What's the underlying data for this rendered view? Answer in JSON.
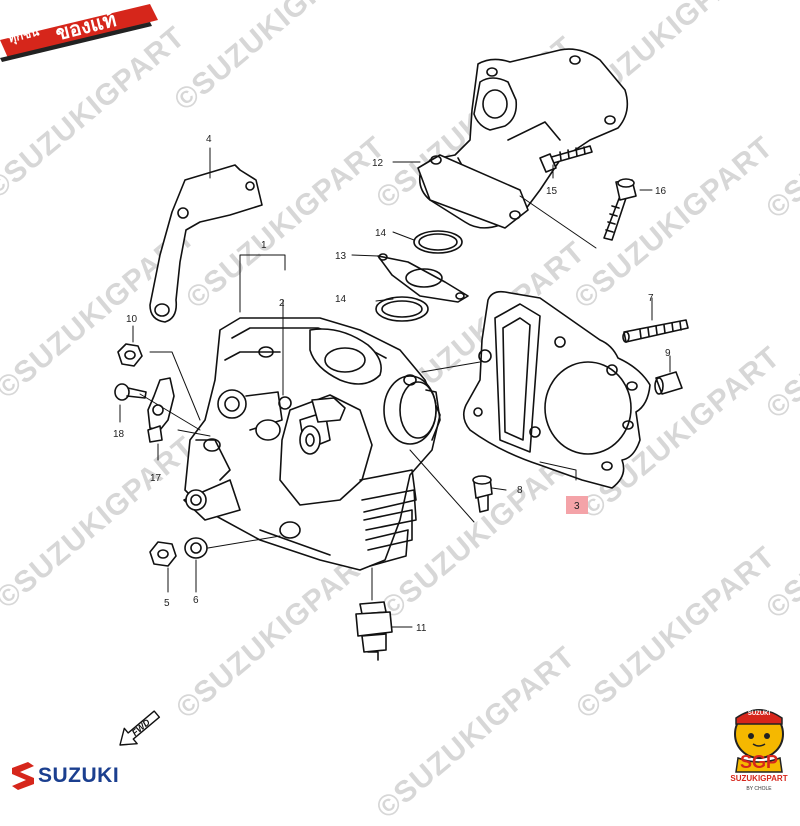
{
  "badge": {
    "small_text": "ทุกชิ้น",
    "big_text": "ของแท้"
  },
  "watermark": {
    "text": "©SUZUKIGPART"
  },
  "callouts": [
    {
      "id": "1",
      "label": "1"
    },
    {
      "id": "2",
      "label": "2"
    },
    {
      "id": "3",
      "label": "3"
    },
    {
      "id": "4",
      "label": "4"
    },
    {
      "id": "5",
      "label": "5"
    },
    {
      "id": "6",
      "label": "6"
    },
    {
      "id": "7",
      "label": "7"
    },
    {
      "id": "8",
      "label": "8"
    },
    {
      "id": "9",
      "label": "9"
    },
    {
      "id": "10",
      "label": "10"
    },
    {
      "id": "11",
      "label": "11"
    },
    {
      "id": "12",
      "label": "12"
    },
    {
      "id": "13",
      "label": "13"
    },
    {
      "id": "14a",
      "label": "14"
    },
    {
      "id": "14b",
      "label": "14"
    },
    {
      "id": "15",
      "label": "15"
    },
    {
      "id": "16",
      "label": "16"
    },
    {
      "id": "17",
      "label": "17"
    },
    {
      "id": "18",
      "label": "18"
    }
  ],
  "highlight_callout": "3",
  "highlight_color": "#f4a3a8",
  "fwd": {
    "label": "FWD"
  },
  "logo": {
    "text": "SUZUKI",
    "color": "#1b3f8f"
  },
  "mascot": {
    "cap": "SUZUKI",
    "initials": "SGP",
    "name": "SUZUKIGPART",
    "sub": "BY CHOLE"
  },
  "badge_color": "#d6261b"
}
